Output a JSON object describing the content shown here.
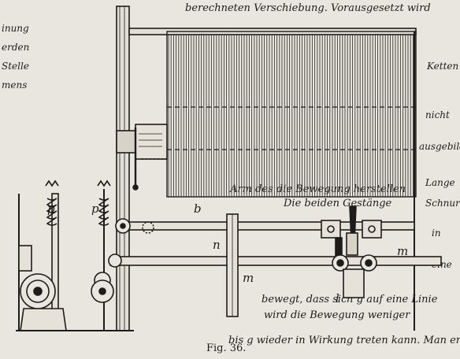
{
  "figure": {
    "caption": "Fig. 36.",
    "labels": {
      "p_left": "p",
      "p_right": "p",
      "b": "b",
      "n": "n",
      "m_lower": "m",
      "m_right": "m",
      "l": "l"
    }
  },
  "background_text": {
    "top_line": "berechneten Verschiebung. Vorausgesetzt wird",
    "lines_right": [
      "Arm des die Bewegung herstellen",
      "Die beiden Gestänge",
      "bewegt, dass sich g auf eine Linie",
      "wird die Bewegung weniger",
      "bis g wieder in Wirkung treten kann. Man erkennt"
    ],
    "right_margin_fragments": [
      "Ketten",
      "nicht",
      "ausgebildet",
      "Lange",
      "Schnur",
      "in",
      "eine"
    ],
    "left_margin_fragments": [
      "inung",
      "erden",
      "Stelle",
      "mens"
    ]
  },
  "colors": {
    "paper": "#e9e6df",
    "ink": "#1e1c1a",
    "ghost_text": "#c9c5bc"
  }
}
